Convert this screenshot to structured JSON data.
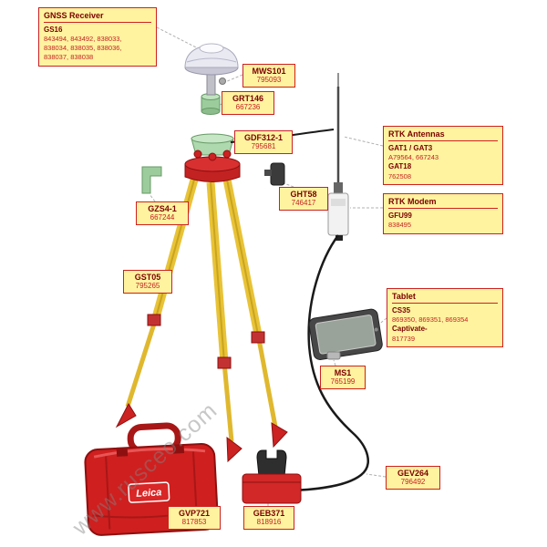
{
  "watermark": "www.rusceo.com",
  "case_logo": "Leica",
  "info_boxes": {
    "gnss_receiver": {
      "header": "GNSS Receiver",
      "model": "GS16",
      "parts1": "843494, 843492, 838033,",
      "parts2": "838034, 838035, 838036,",
      "parts3": "838037, 838038"
    },
    "rtk_antennas": {
      "header": "RTK Antennas",
      "model1": "GAT1 / GAT3",
      "parts1": "A79564, 667243",
      "model2": "GAT18",
      "parts2": "762508"
    },
    "rtk_modem": {
      "header": "RTK Modem",
      "model": "GFU99",
      "parts": "838495"
    },
    "tablet": {
      "header": "Tablet",
      "model": "CS35",
      "parts": "869350, 869351, 869354",
      "model2": "Captivate-",
      "parts2": "817739"
    }
  },
  "part_labels": {
    "mws101": {
      "name": "MWS101",
      "code": "795093"
    },
    "grt146": {
      "name": "GRT146",
      "code": "667236"
    },
    "gdf312": {
      "name": "GDF312-1",
      "code": "795681"
    },
    "ght58": {
      "name": "GHT58",
      "code": "746417"
    },
    "gzs4": {
      "name": "GZS4-1",
      "code": "667244"
    },
    "gst05": {
      "name": "GST05",
      "code": "795265"
    },
    "ms1": {
      "name": "MS1",
      "code": "765199"
    },
    "gev264": {
      "name": "GEV264",
      "code": "796492"
    },
    "gvp721": {
      "name": "GVP721",
      "code": "817853"
    },
    "geb371": {
      "name": "GEB371",
      "code": "818916"
    }
  },
  "colors": {
    "label_bg": "#fff3a0",
    "label_border": "#cc2020",
    "label_text": "#7a0000",
    "leica_red": "#cf1f1f",
    "tripod_yellow": "#e8c337"
  }
}
